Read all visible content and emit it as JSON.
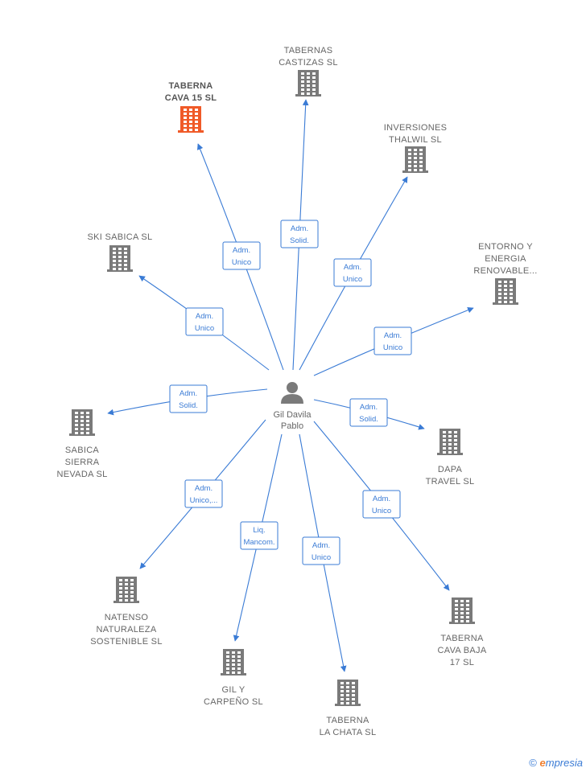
{
  "center": {
    "name_lines": [
      "Gil Davila",
      "Pablo"
    ],
    "icon": "person-icon"
  },
  "colors": {
    "edge": "#3a7bd5",
    "building": "#7a7a7a",
    "highlight": "#f05a28",
    "text": "#666666"
  },
  "companies": [
    {
      "id": "taberna-cava-15",
      "lines": [
        "TABERNA",
        "CAVA 15  SL"
      ],
      "highlight": true,
      "role": [
        "Adm.",
        "Unico"
      ]
    },
    {
      "id": "tabernas-castizas",
      "lines": [
        "TABERNAS",
        "CASTIZAS  SL"
      ],
      "highlight": false,
      "role": [
        "Adm.",
        "Solid."
      ]
    },
    {
      "id": "inversiones-thalwil",
      "lines": [
        "INVERSIONES",
        "THALWIL  SL"
      ],
      "highlight": false,
      "role": [
        "Adm.",
        "Unico"
      ]
    },
    {
      "id": "entorno-energia",
      "lines": [
        "ENTORNO Y",
        "ENERGIA",
        "RENOVABLE..."
      ],
      "highlight": false,
      "role": [
        "Adm.",
        "Unico"
      ]
    },
    {
      "id": "ski-sabica",
      "lines": [
        "SKI SABICA SL"
      ],
      "highlight": false,
      "role": [
        "Adm.",
        "Unico"
      ]
    },
    {
      "id": "sabica-sierra-nevada",
      "lines": [
        "SABICA",
        "SIERRA",
        "NEVADA  SL"
      ],
      "highlight": false,
      "role": [
        "Adm.",
        "Solid."
      ]
    },
    {
      "id": "dapa-travel",
      "lines": [
        "DAPA",
        "TRAVEL SL"
      ],
      "highlight": false,
      "role": [
        "Adm.",
        "Solid."
      ]
    },
    {
      "id": "natenso-naturaleza",
      "lines": [
        "NATENSO",
        "NATURALEZA",
        "SOSTENIBLE SL"
      ],
      "highlight": false,
      "role": [
        "Adm.",
        "Unico,..."
      ]
    },
    {
      "id": "gil-y-carpeno",
      "lines": [
        "GIL Y",
        "CARPEÑO  SL"
      ],
      "highlight": false,
      "role": [
        "Liq.",
        "Mancom."
      ]
    },
    {
      "id": "taberna-la-chata",
      "lines": [
        "TABERNA",
        "LA CHATA  SL"
      ],
      "highlight": false,
      "role": [
        "Adm.",
        "Unico"
      ]
    },
    {
      "id": "taberna-cava-baja-17",
      "lines": [
        "TABERNA",
        "CAVA BAJA",
        "17  SL"
      ],
      "highlight": false,
      "role": [
        "Adm.",
        "Unico"
      ]
    }
  ],
  "footer": {
    "copyright": "©",
    "brand_first": "e",
    "brand_rest": "mpresia"
  }
}
